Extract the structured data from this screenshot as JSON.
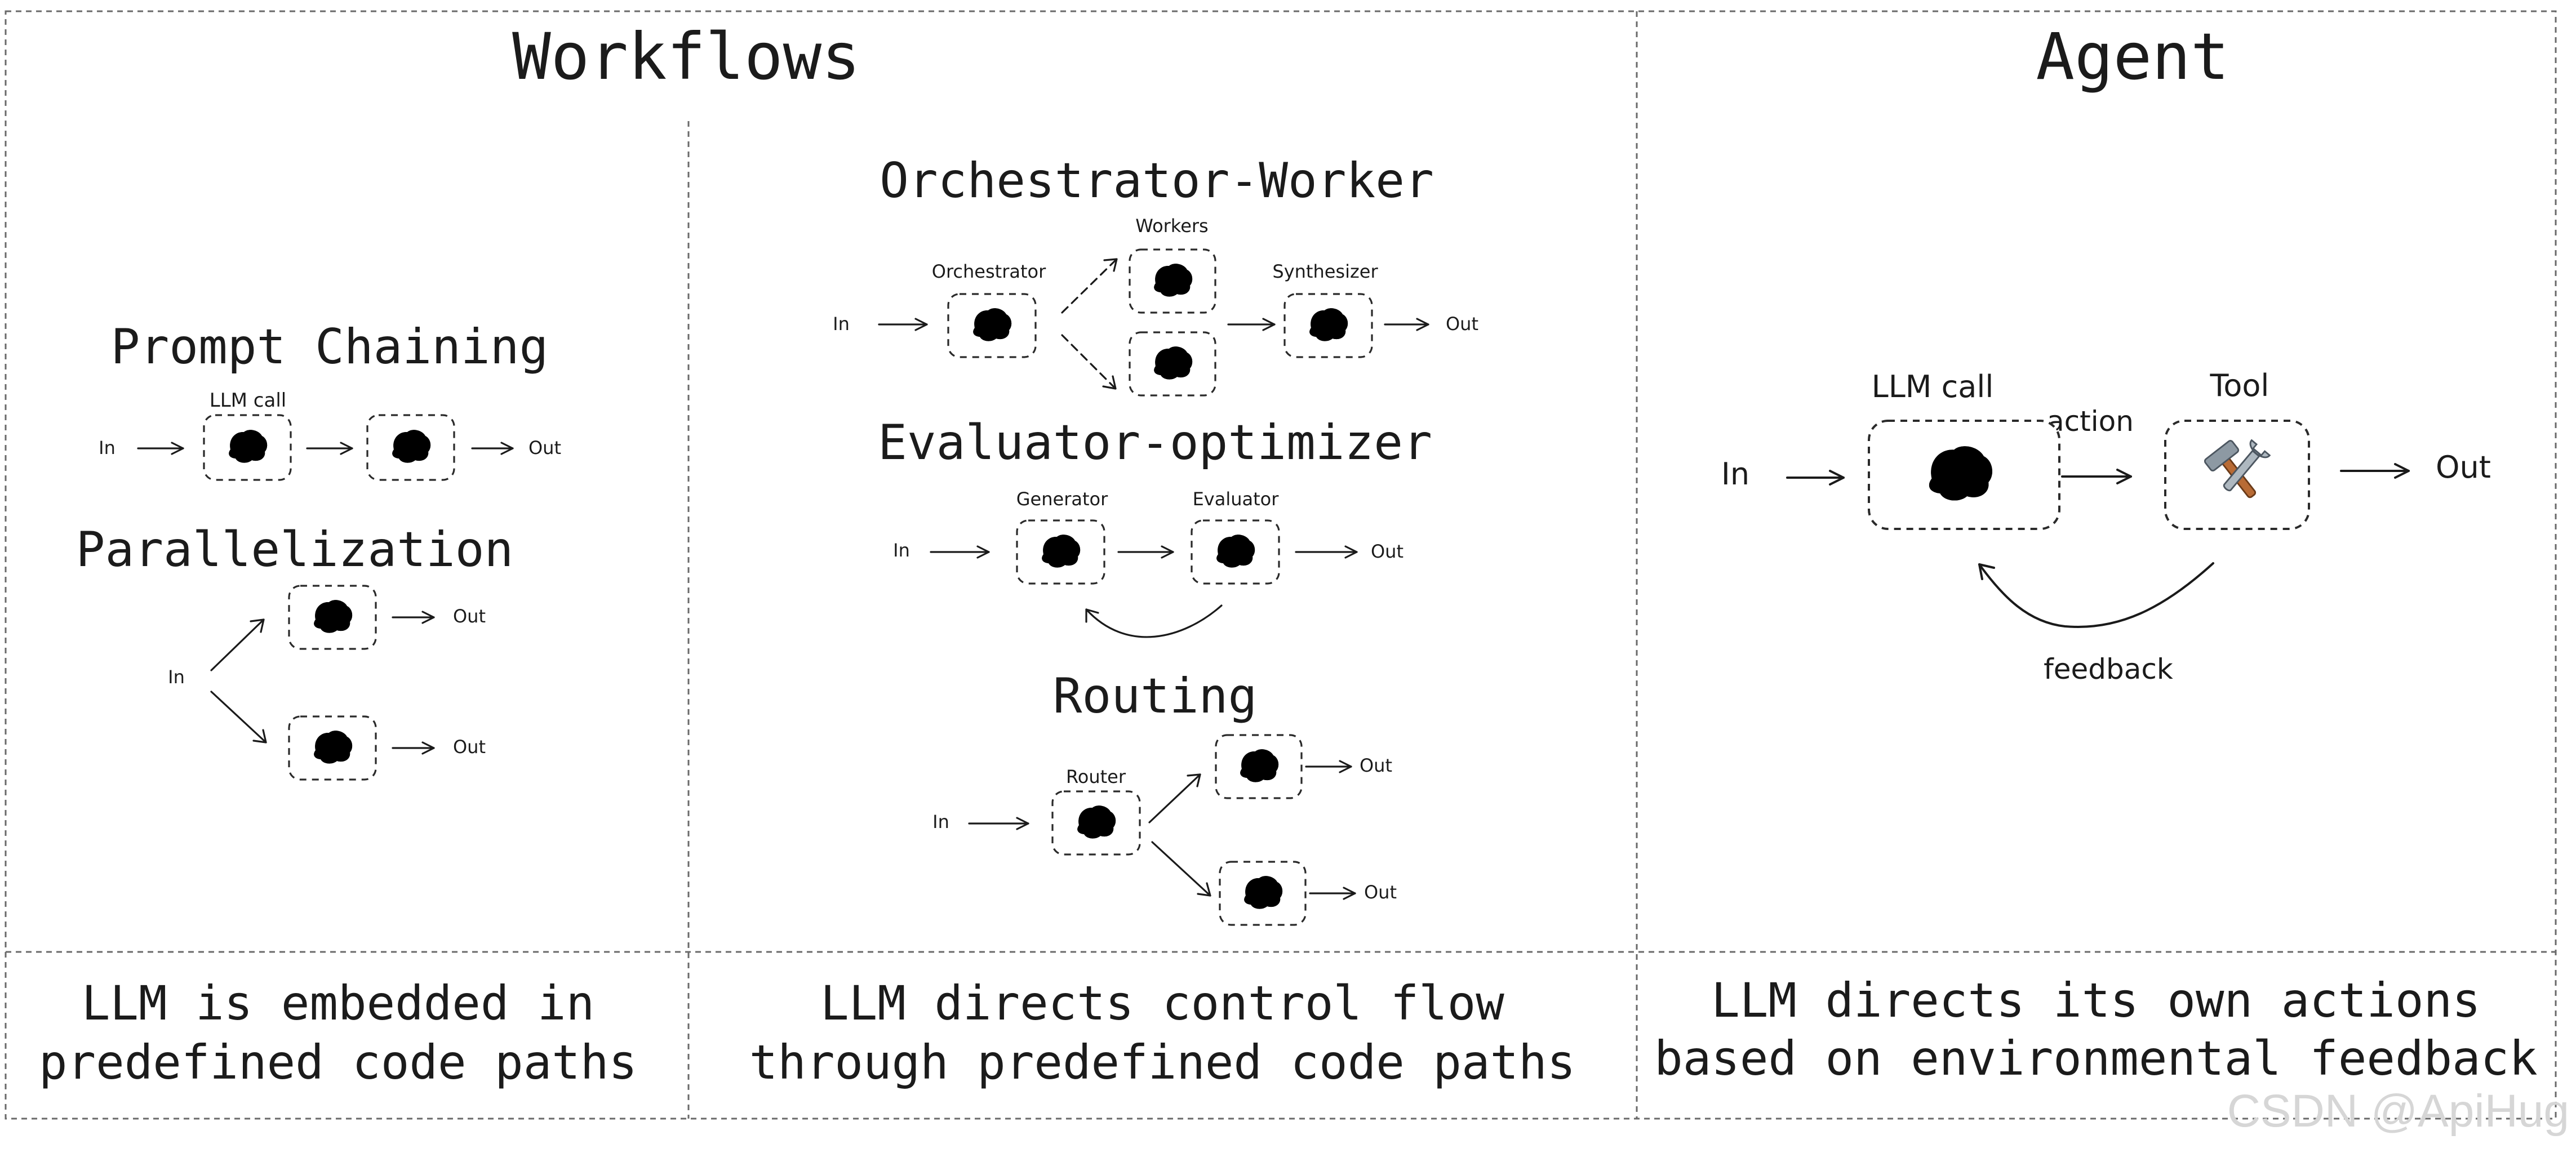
{
  "sections": {
    "workflows_title": "Workflows",
    "agent_title": "Agent"
  },
  "patterns": {
    "prompt_chaining": {
      "title": "Prompt Chaining",
      "llm_call_label": "LLM call",
      "in_label": "In",
      "out_label": "Out"
    },
    "parallelization": {
      "title": "Parallelization",
      "in_label": "In",
      "out_label_1": "Out",
      "out_label_2": "Out"
    },
    "orchestrator_worker": {
      "title": "Orchestrator-Worker",
      "orchestrator_label": "Orchestrator",
      "workers_label": "Workers",
      "synthesizer_label": "Synthesizer",
      "in_label": "In",
      "out_label": "Out"
    },
    "evaluator_optimizer": {
      "title": "Evaluator-optimizer",
      "generator_label": "Generator",
      "evaluator_label": "Evaluator",
      "in_label": "In",
      "out_label": "Out"
    },
    "routing": {
      "title": "Routing",
      "router_label": "Router",
      "in_label": "In",
      "out_label_1": "Out",
      "out_label_2": "Out"
    },
    "agent": {
      "llm_call_label": "LLM call",
      "tool_label": "Tool",
      "action_label": "action",
      "feedback_label": "feedback",
      "in_label": "In",
      "out_label": "Out"
    }
  },
  "captions": {
    "col1_line1": "LLM is embedded in",
    "col1_line2": "predefined code paths",
    "col2_line1": "LLM directs control flow",
    "col2_line2": "through predefined code paths",
    "col3_line1": "LLM directs its own actions",
    "col3_line2": "based on environmental feedback"
  },
  "watermark": "CSDN @ApiHug",
  "icons": {
    "llm_node_icon": "brain-icon",
    "tool_node_icon": "hammer-and-wrench-icon"
  }
}
